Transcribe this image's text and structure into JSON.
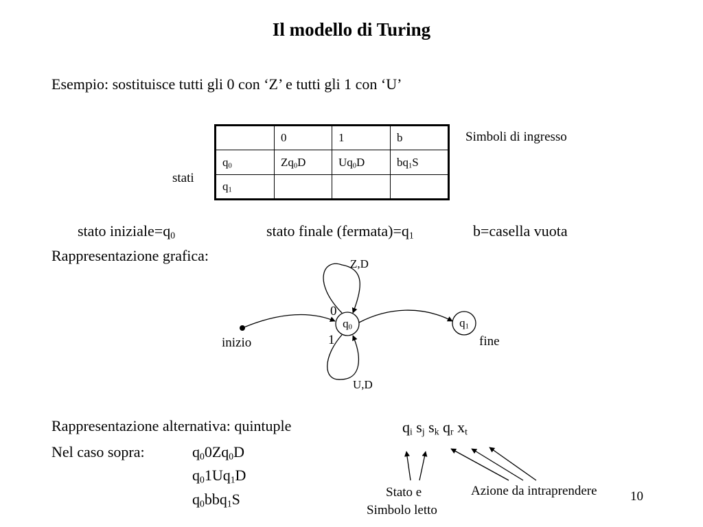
{
  "title": "Il modello di Turing",
  "example": "Esempio: sostituisce tutti gli 0 con ‘Z’ e tutti gli 1 con ‘U’",
  "table": {
    "header": [
      "",
      "0",
      "1",
      "b"
    ],
    "rows": [
      {
        "state": "q",
        "state_sub": "0",
        "cells": [
          {
            "a": "Zq",
            "sub": "0",
            "b": "D"
          },
          {
            "a": "Uq",
            "sub": "0",
            "b": "D"
          },
          {
            "a": "bq",
            "sub": "1",
            "b": "S"
          }
        ]
      },
      {
        "state": "q",
        "state_sub": "1",
        "cells": []
      }
    ],
    "input_symbols_label": "Simboli di ingresso",
    "states_label": "stati"
  },
  "info": {
    "initial_label": "stato iniziale=q",
    "initial_sub": "0",
    "final_label": "stato finale (fermata)=q",
    "final_sub": "1",
    "blank_label": "b=casella vuota"
  },
  "graph": {
    "heading": "Rappresentazione grafica:",
    "q0_label": "q",
    "q0_sub": "0",
    "q1_label": "q",
    "q1_sub": "1",
    "loop_top_label": "Z,D",
    "loop_bottom_label": "U,D",
    "read0": "0",
    "read1": "1",
    "start_label": "inizio",
    "end_label": "fine"
  },
  "quintuples": {
    "heading": "Rappresentazione alternativa: quintuple",
    "case_label": "Nel caso sopra:",
    "lines": [
      {
        "p1": "q",
        "s1": "0",
        "p2": "0Zq",
        "s2": "0",
        "p3": "D"
      },
      {
        "p1": "q",
        "s1": "0",
        "p2": "1Uq",
        "s2": "1",
        "p3": "D"
      },
      {
        "p1": "q",
        "s1": "0",
        "p2": "bbq",
        "s2": "1",
        "p3": "S"
      }
    ],
    "form": [
      {
        "base": "q",
        "sub": "i"
      },
      {
        "base": "s",
        "sub": "j"
      },
      {
        "base": "s",
        "sub": "k"
      },
      {
        "base": "q",
        "sub": "r"
      },
      {
        "base": "x",
        "sub": "t"
      }
    ],
    "annotation_left_1": "Stato e",
    "annotation_left_2": "Simbolo letto",
    "annotation_right": "Azione da intraprendere"
  },
  "page_number": "10"
}
